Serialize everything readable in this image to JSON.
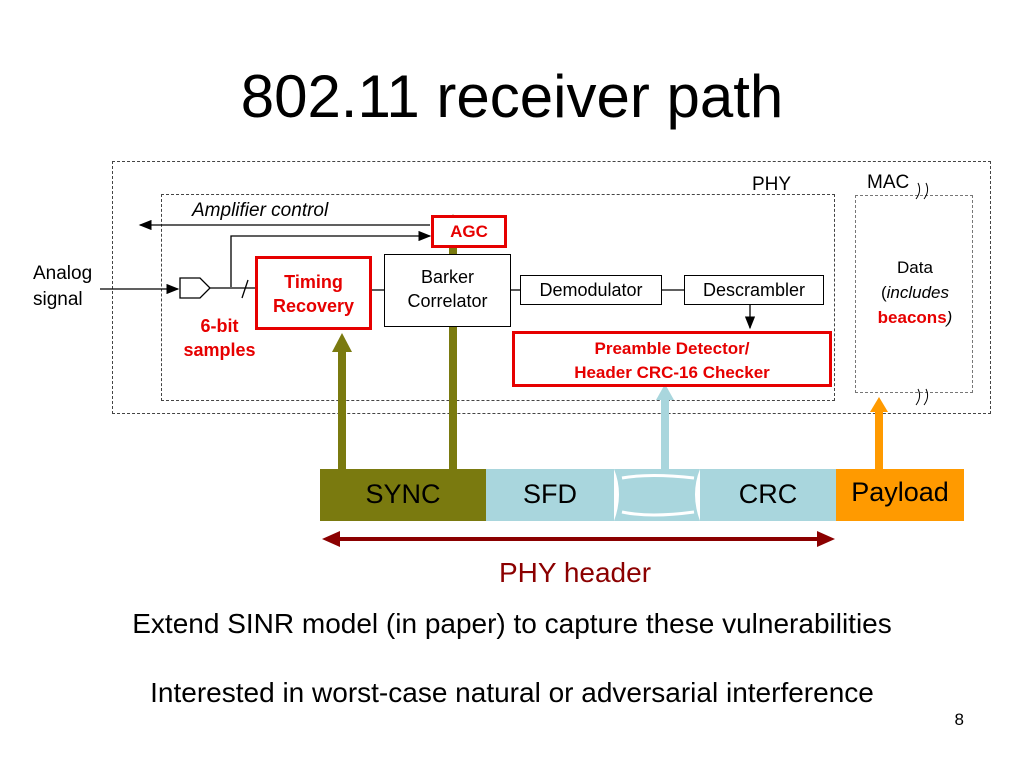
{
  "title": "802.11 receiver path",
  "diagram": {
    "phy_label": "PHY",
    "mac_label": "MAC",
    "amplifier_control": "Amplifier control",
    "analog_signal": [
      "Analog",
      "signal"
    ],
    "agc": "AGC",
    "timing_recovery": [
      "Timing",
      "Recovery"
    ],
    "samples": [
      "6-bit",
      "samples"
    ],
    "barker_correlator": [
      "Barker",
      "Correlator"
    ],
    "demodulator": "Demodulator",
    "descrambler": "Descrambler",
    "preamble_detector": [
      "Preamble Detector/",
      "Header CRC-16 Checker"
    ],
    "mac_data": {
      "line1": "Data",
      "line2_open": "(",
      "line2": "includes",
      "line3": "beacons",
      "line3_close": ")"
    }
  },
  "frame": {
    "segments": [
      {
        "label": "SYNC",
        "color": "#7a7a0f"
      },
      {
        "label": "SFD",
        "color": "#a9d6dd"
      },
      {
        "label": "CRC",
        "color": "#a9d6dd"
      },
      {
        "label": "Payload",
        "color": "#ff9a00"
      }
    ],
    "phy_header": "PHY header"
  },
  "colors": {
    "accent_red": "#e60000",
    "arrow_olive": "#7a7a0f",
    "arrow_cyan": "#a9d6dd",
    "arrow_orange": "#ff9a00",
    "header_arrow": "#8b0000"
  },
  "bullets": [
    "Extend SINR model (in paper) to capture these vulnerabilities",
    "Interested in worst-case natural or adversarial interference"
  ],
  "page_number": "8"
}
